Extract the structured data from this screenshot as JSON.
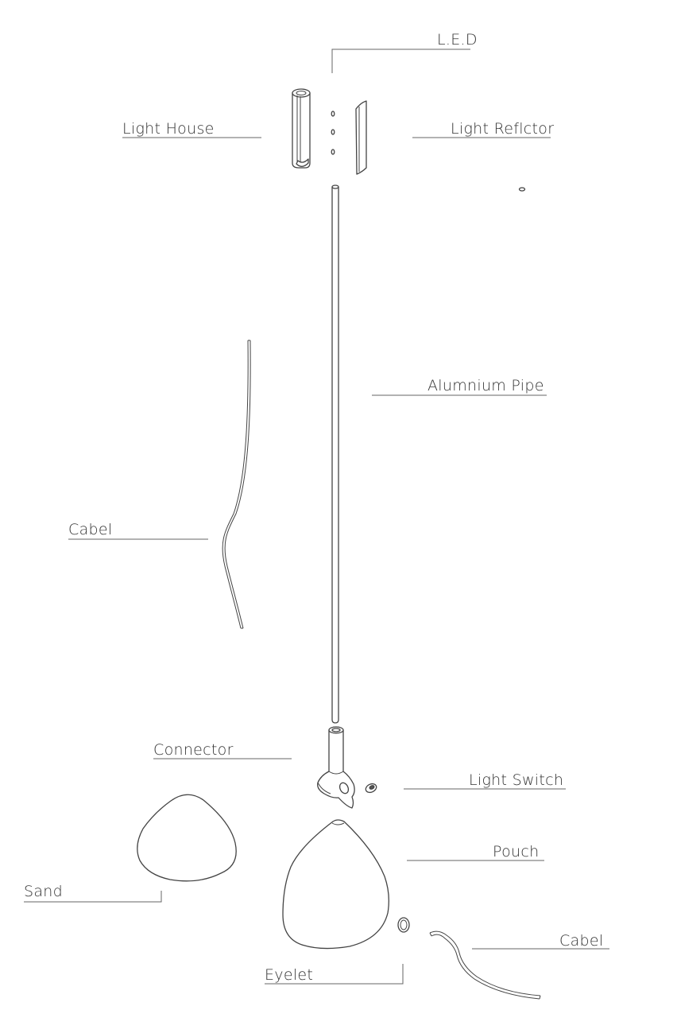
{
  "labels": {
    "led": "L.E.D",
    "light_house": "Light House",
    "light_reflector": "Light Reflctor",
    "aluminium_pipe": "Alumnium Pipe",
    "cable_upper": "Cabel",
    "connector": "Connector",
    "light_switch": "Light Switch",
    "pouch": "Pouch",
    "sand": "Sand",
    "cable_lower": "Cabel",
    "eyelet": "Eyelet"
  }
}
